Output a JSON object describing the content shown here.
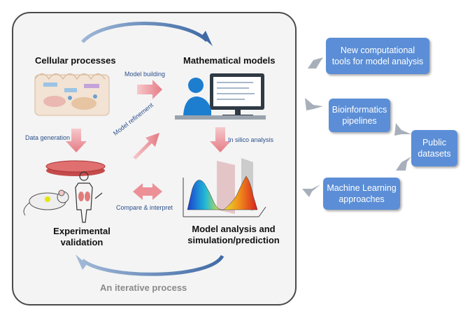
{
  "diagram": {
    "nodes": {
      "cellular_processes": "Cellular processes",
      "mathematical_models": "Mathematical models",
      "experimental_validation": [
        "Experimental",
        "validation"
      ],
      "model_analysis": [
        "Model analysis and",
        "simulation/prediction"
      ]
    },
    "edges": {
      "model_building": "Model building",
      "data_generation": "Data generation",
      "model_refinement": "Model refinement",
      "in_silico": "In silico analysis",
      "compare": "Compare & interpret"
    },
    "footer": "An iterative process",
    "tools": {
      "new_tools": [
        "New computational",
        "tools for model analysis"
      ],
      "bioinformatics": [
        "Bioinformatics",
        "pipelines"
      ],
      "public_datasets": [
        "Public",
        "datasets"
      ],
      "machine_learning": [
        "Machine Learning",
        "approaches"
      ]
    },
    "colors": {
      "tool_box": "#5b8ed6",
      "pink_arrow": "#e8868e",
      "cycle_arrow": "#5a7fb0"
    }
  }
}
